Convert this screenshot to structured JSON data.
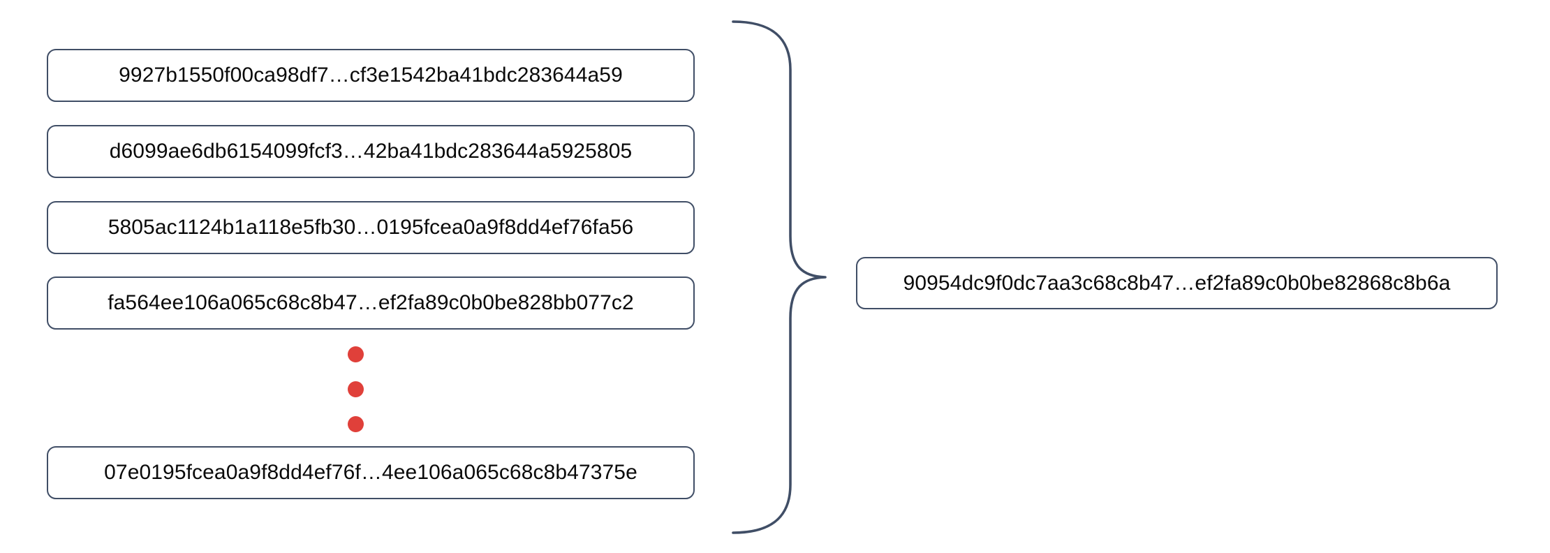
{
  "diagram": {
    "type": "many-to-one-aggregation",
    "background_color": "#ffffff",
    "accent_color": "#404e66",
    "dot_color": "#e0403a",
    "text_color": "#0a0a0a",
    "brace": {
      "icon": "right-curly-brace",
      "orientation": "right",
      "color": "#404e66"
    },
    "ellipsis": {
      "icon": "vertical-ellipsis-dots",
      "count": 3,
      "color": "#e0403a"
    },
    "inputs": [
      {
        "hash": "9927b1550f00ca98df7…cf3e1542ba41bdc283644a59"
      },
      {
        "hash": "d6099ae6db6154099fcf3…42ba41bdc283644a5925805"
      },
      {
        "hash": "5805ac1124b1a118e5fb30…0195fcea0a9f8dd4ef76fa56"
      },
      {
        "hash": "fa564ee106a065c68c8b47…ef2fa89c0b0be828bb077c2"
      },
      {
        "hash": "07e0195fcea0a9f8dd4ef76f…4ee106a065c68c8b47375e"
      }
    ],
    "output": {
      "hash": "90954dc9f0dc7aa3c68c8b47…ef2fa89c0b0be82868c8b6a"
    }
  }
}
